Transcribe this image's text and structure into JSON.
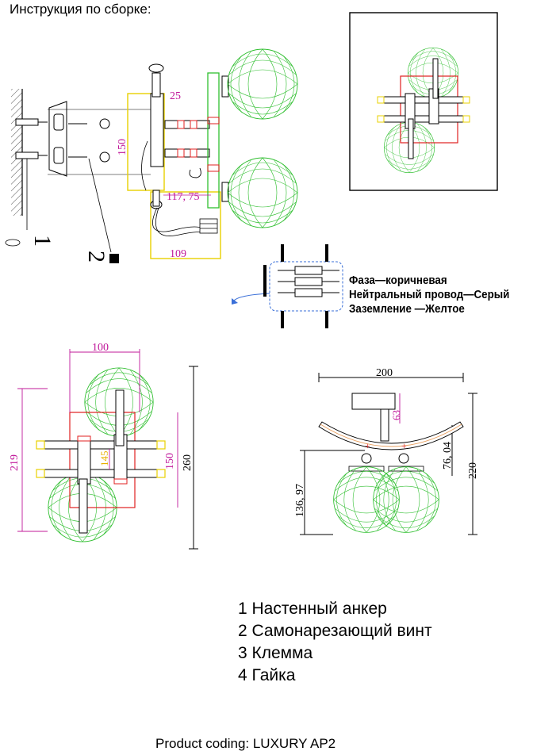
{
  "title": "Инструкция по сборке:",
  "wiring": [
    "Фаза—коричневая",
    "Нейтральный провод—Серый",
    "Заземление —Желтое"
  ],
  "legend": [
    "1 Настенный анкер",
    "2 Самонарезающий винт",
    "3 Клемма",
    "4 Гайка"
  ],
  "footer": "Product coding: LUXURY AP2",
  "labels": {
    "part1": "1",
    "part2": "2"
  },
  "dims": {
    "side_25": "25",
    "side_150": "150",
    "side_117": "117, 75",
    "side_109": "109",
    "top_100": "100",
    "top_219": "219",
    "top_150": "150",
    "top_145": "145",
    "top_260": "260",
    "front_200": "200",
    "front_63": "63",
    "front_76": "76, 04",
    "front_220": "220",
    "front_136": "136, 97"
  },
  "colors": {
    "dimension": "#c0189a",
    "globe": "#2fbf2f",
    "red": "#e02020",
    "yellow": "#e8d000",
    "wire_blue": "#3a6fd8"
  }
}
